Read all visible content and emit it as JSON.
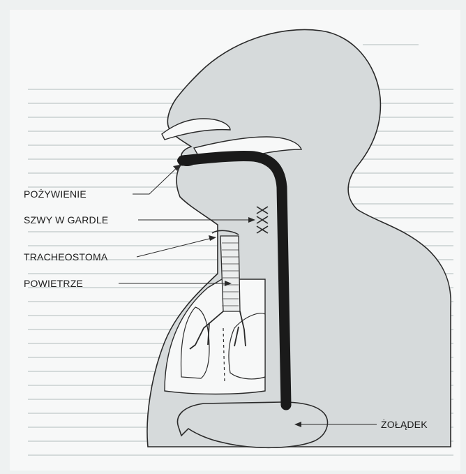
{
  "labels": {
    "food": "POŻYWIENIE",
    "sutures": "SZWY W GARDLE",
    "tracheostomy": "TRACHEOSTOMA",
    "air": "POWIETRZE",
    "stomach": "ŻOŁĄDEK"
  },
  "colors": {
    "page": "#eef1f1",
    "paper": "#f7f8f8",
    "tissue": "#d6dadb",
    "outline": "#2a2a2a",
    "esophagus": "#1a1a1a",
    "ghost_text": "#c9cfd0"
  }
}
